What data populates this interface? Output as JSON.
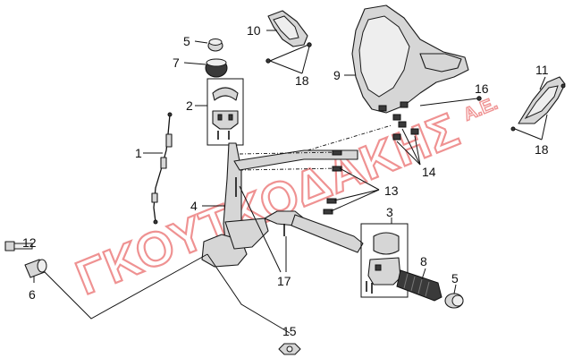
{
  "watermark": {
    "main": "ΓΚΟΥΤΚΟΔΑΚΗΣ",
    "suffix": "Α.Ε."
  },
  "callouts": {
    "c1": "1",
    "c2": "2",
    "c3": "3",
    "c4": "4",
    "c5a": "5",
    "c5b": "5",
    "c6": "6",
    "c7": "7",
    "c8": "8",
    "c9": "9",
    "c10": "10",
    "c11": "11",
    "c12": "12",
    "c13": "13",
    "c14": "14",
    "c15": "15",
    "c16": "16",
    "c17": "17",
    "c18a": "18",
    "c18b": "18"
  },
  "colors": {
    "line": "#111111",
    "part_fill": "#d6d6d6",
    "watermark": "#e23a3a"
  }
}
